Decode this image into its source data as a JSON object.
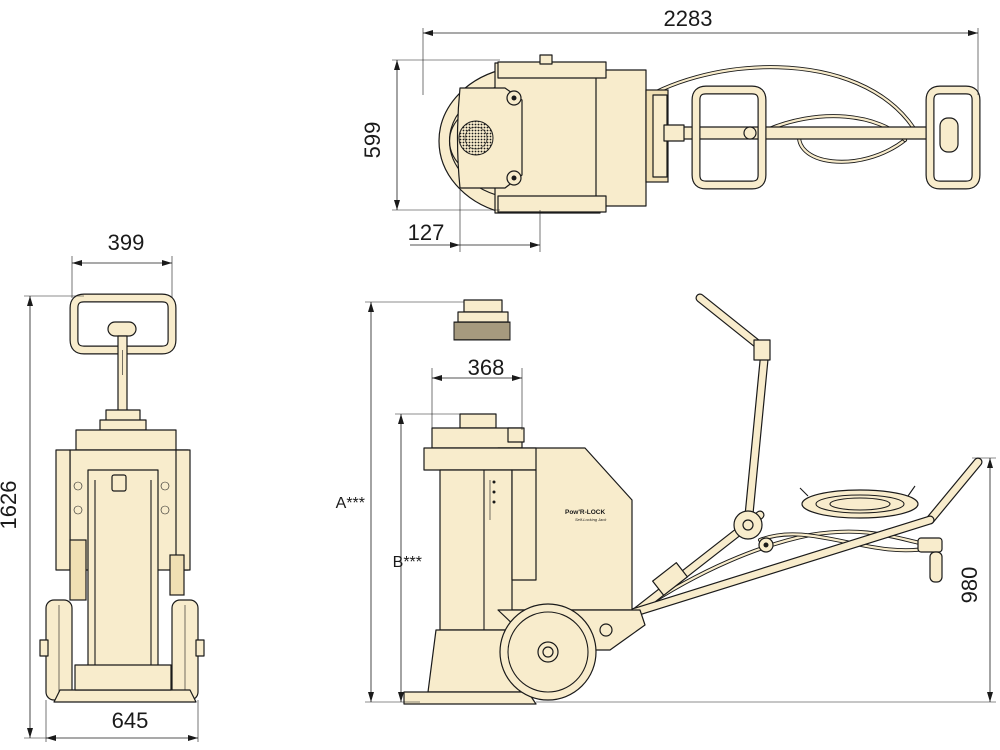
{
  "dimensions": {
    "overall_length": "2283",
    "top_width": "599",
    "top_offset": "127",
    "handle_width": "399",
    "overall_height": "1626",
    "wheel_track": "645",
    "saddle_width": "368",
    "label_a": "A***",
    "label_b": "B***",
    "handle_height": "980"
  },
  "jack_branding": {
    "logo": "Pow'R-LOCK",
    "tagline": "Self-Locking Jack"
  },
  "colors": {
    "body_fill": "#f8eccc",
    "outline": "#1a1a1a"
  }
}
